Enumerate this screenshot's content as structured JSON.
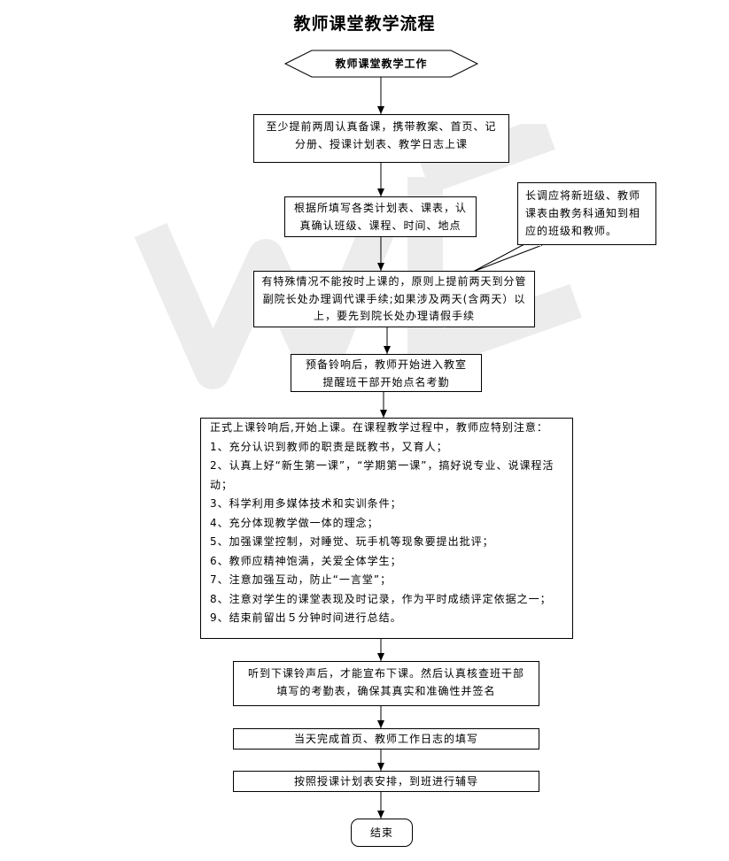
{
  "title": "教师课堂教学流程",
  "start_label": "教师课堂教学工作",
  "steps": [
    "至少提前两周认真备课，携带教案、首页、记分册、授课计划表、教学日志上课",
    "根据所填写各类计划表、课表，认真确认班级、课程、时间、地点",
    "有特殊情况不能按时上课的，原则上提前两天到分管副院长处办理调代课手续;如果涉及两天(含两天）以上，要先到院长处办理请假手续",
    "预备铃响后，教师开始进入教室提醒班干部开始点名考勤"
  ],
  "note": "长调应将新班级、教师课表由教务科通知到相应的班级和教师。",
  "main_step": {
    "intro": "正式上课铃响后,开始上课。在课程教学过程中，教师应特别注意：",
    "items": [
      "1、充分认识到教师的职责是既教书，又育人；",
      "2、认真上好“新生第一课”，“学期第一课”，搞好说专业、说课程活动；",
      "3、科学利用多媒体技术和实训条件；",
      "4、充分体现教学做一体的理念；",
      "5、加强课堂控制，对睡觉、玩手机等现象要提出批评；",
      "6、教师应精神饱满，关爱全体学生；",
      "7、注意加强互动，防止“一言堂”；",
      "8、注意对学生的课堂表现及时记录，作为平时成绩评定依据之一；",
      "9、结束前留出５分钟时间进行总结。"
    ]
  },
  "after_steps": [
    "听到下课铃声后，才能宣布下课。然后认真核查班干部填写的考勤表，确保其真实和准确性并签名",
    "当天完成首页、教师工作日志的填写",
    "按照授课计划表安排，到班进行辅导"
  ],
  "end_label": "结束"
}
